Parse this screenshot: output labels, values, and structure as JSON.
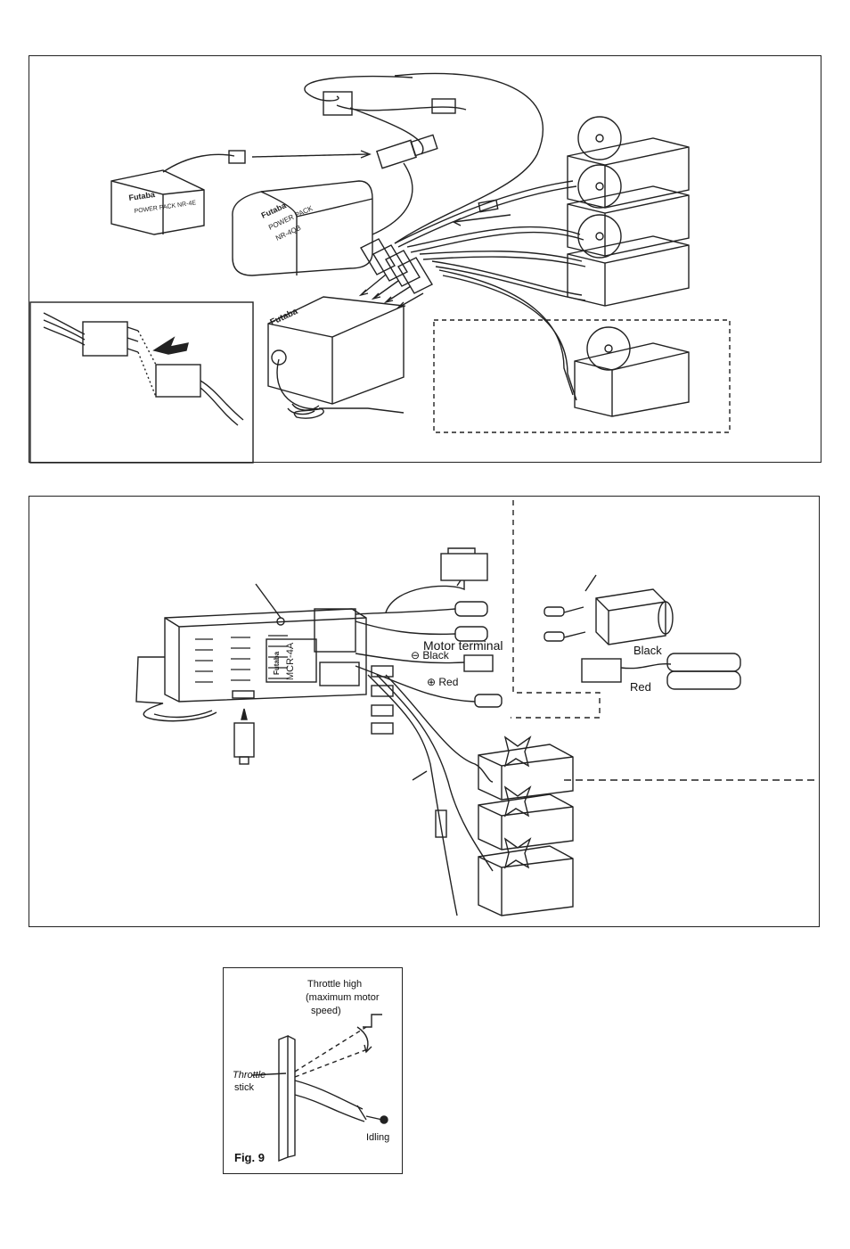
{
  "figure1": {
    "battery_small": {
      "brand": "Futaba",
      "label": "POWER PACK",
      "model": "NR-4E"
    },
    "battery_large": {
      "brand": "Futaba",
      "label": "POWER PACK",
      "model": "NR-4QB"
    },
    "receiver": {
      "brand": "Futaba"
    }
  },
  "figure2": {
    "receiver": {
      "brand": "Futaba",
      "model": "MCR-4A"
    },
    "labels": {
      "motor_terminal": "Motor terminal",
      "minus_black": "⊖ Black",
      "plus_red": "⊕ Red",
      "pack_black": "Black",
      "pack_red": "Red"
    }
  },
  "figure3": {
    "throttle_high": "Throttle high",
    "max_speed_line1": "(maximum motor",
    "max_speed_line2": "speed)",
    "throttle_stick_line1": "Throttle",
    "throttle_stick_line2": "stick",
    "idling": "Idling",
    "caption": "Fig. 9"
  }
}
